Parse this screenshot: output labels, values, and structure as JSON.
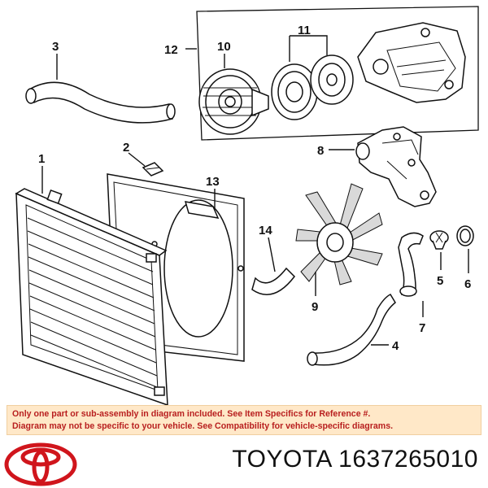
{
  "diagram": {
    "callouts": {
      "c1": "1",
      "c2": "2",
      "c3": "3",
      "c4": "4",
      "c5": "5",
      "c6": "6",
      "c7": "7",
      "c8": "8",
      "c9": "9",
      "c10": "10",
      "c11": "11",
      "c12": "12",
      "c13": "13",
      "c14": "14"
    }
  },
  "notice": {
    "line1": "Only one part or sub-assembly in diagram included. See Item Specifics for Reference #.",
    "line2": "Diagram may not be specific to your vehicle. See Compatibility for vehicle-specific diagrams.",
    "color": "#b81f1f",
    "background": "#ffe8c8"
  },
  "footer": {
    "brand": "TOYOTA",
    "part_number": "1637265010",
    "logo": "toyota-logo",
    "logo_color": "#d0151c"
  }
}
